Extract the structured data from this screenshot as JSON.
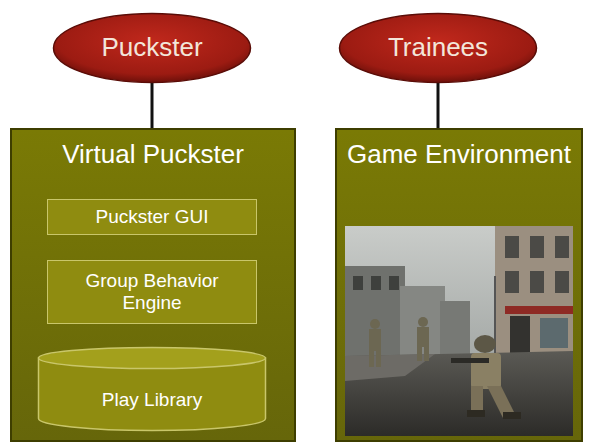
{
  "diagram": {
    "nodes": [
      {
        "text": [
          "Puckster"
        ]
      },
      {
        "text": [
          "Trainees"
        ]
      },
      {
        "text": [
          "Virtual Puckster"
        ]
      },
      {
        "text": [
          "Puckster GUI"
        ],
        "in": 2
      },
      {
        "text": [
          "Group Behavior Engine"
        ],
        "in": 2
      },
      {
        "text": [
          "Play Library"
        ],
        "in": 2
      },
      {
        "text": [
          "Game Environment"
        ]
      }
    ],
    "edges": [
      {
        "from": 0,
        "to": 2,
        "arrow": "none"
      },
      {
        "from": 1,
        "to": 6,
        "arrow": "none"
      }
    ]
  }
}
